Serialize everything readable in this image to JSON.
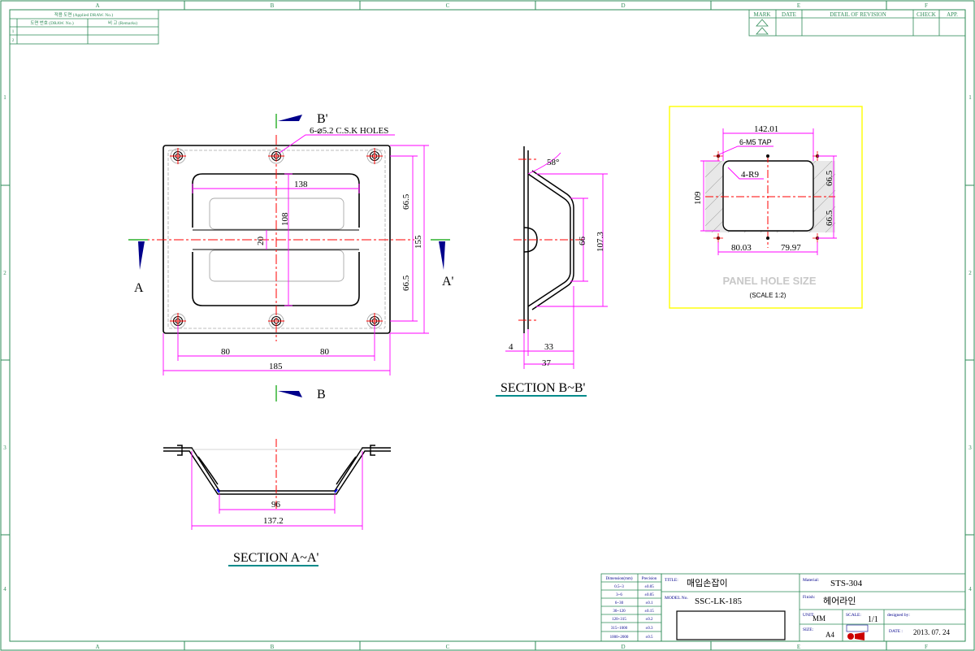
{
  "colors": {
    "frame": "#2e8b57",
    "outline": "#000000",
    "dimension": "#ff00ff",
    "centerline": "#ff0000",
    "hidden": "#a9a9a9",
    "panel_box": "#ffff00",
    "panel_label": "#c8c8c8",
    "section_underline": "#008b8b",
    "marker": "#00008b",
    "title_text": "#00008b"
  },
  "border": {
    "columns": [
      "A",
      "B",
      "C",
      "D",
      "E",
      "F"
    ],
    "rows": [
      "1",
      "2",
      "3",
      "4"
    ]
  },
  "applied_drawing": {
    "header": "적용 도면 (Applied DRAW. No.)",
    "col_drawing": "도면 번호 (DRAW. No.)",
    "col_remarks": "비 고 (Remarks)",
    "row_numbers": [
      "1",
      "2"
    ]
  },
  "revision": {
    "headers": [
      "MARK",
      "DATE",
      "DETAIL OF REVISION",
      "CHECK",
      "APP."
    ]
  },
  "top_view": {
    "section_b_top": "B'",
    "section_b_bottom": "B",
    "section_a_left": "A",
    "section_a_right": "A'",
    "holes_note": "6-⌀5.2 C.S.K HOLES",
    "dims": {
      "width_138": "138",
      "height_108": "108",
      "gap_20": "20",
      "upper_66_5": "66.5",
      "lower_66_5": "66.5",
      "height_155": "155",
      "left_80": "80",
      "right_80": "80",
      "width_185": "185"
    }
  },
  "section_bb": {
    "label": "SECTION B~B'",
    "dims": {
      "angle": "58°",
      "d66": "66",
      "d107_3": "107.3",
      "d4": "4",
      "d33": "33",
      "d37": "37"
    }
  },
  "section_aa": {
    "label": "SECTION A~A'",
    "dims": {
      "d96": "96",
      "d137_2": "137.2"
    }
  },
  "panel": {
    "title": "PANEL HOLE SIZE",
    "scale": "(SCALE 1:2)",
    "dims": {
      "d142_01": "142.01",
      "tap": "6-M5 TAP",
      "radius": "4-R9",
      "d109": "109",
      "upper_66_5": "66.5",
      "lower_66_5": "66.5",
      "d80_03": "80.03",
      "d79_97": "79.97"
    }
  },
  "tolerance": {
    "headers": [
      "Dimension(mm)",
      "Precision"
    ],
    "rows": [
      [
        "0.5~3",
        "±0.05"
      ],
      [
        "3~6",
        "±0.05"
      ],
      [
        "6~30",
        "±0.1"
      ],
      [
        "30~120",
        "±0.15"
      ],
      [
        "120~315",
        "±0.2"
      ],
      [
        "315~1000",
        "±0.3"
      ],
      [
        "1000~2000",
        "±0.5"
      ]
    ]
  },
  "title_block": {
    "title_label": "TITLE:",
    "title_value": "매입손잡이",
    "model_label": "MODEL No.",
    "model_value": "SSC-LK-185",
    "material_label": "Material:",
    "material_value": "STS-304",
    "finish_label": "Finish:",
    "finish_value": "헤어라인",
    "unit_label": "UNIT:",
    "unit_value": "MM",
    "scale_label": "SCALE:",
    "scale_value": "1/1",
    "designed_label": "designed by:",
    "size_label": "SIZE:",
    "size_value": "A4",
    "date_label": "DATE :",
    "date_value": "2013. 07. 24"
  }
}
